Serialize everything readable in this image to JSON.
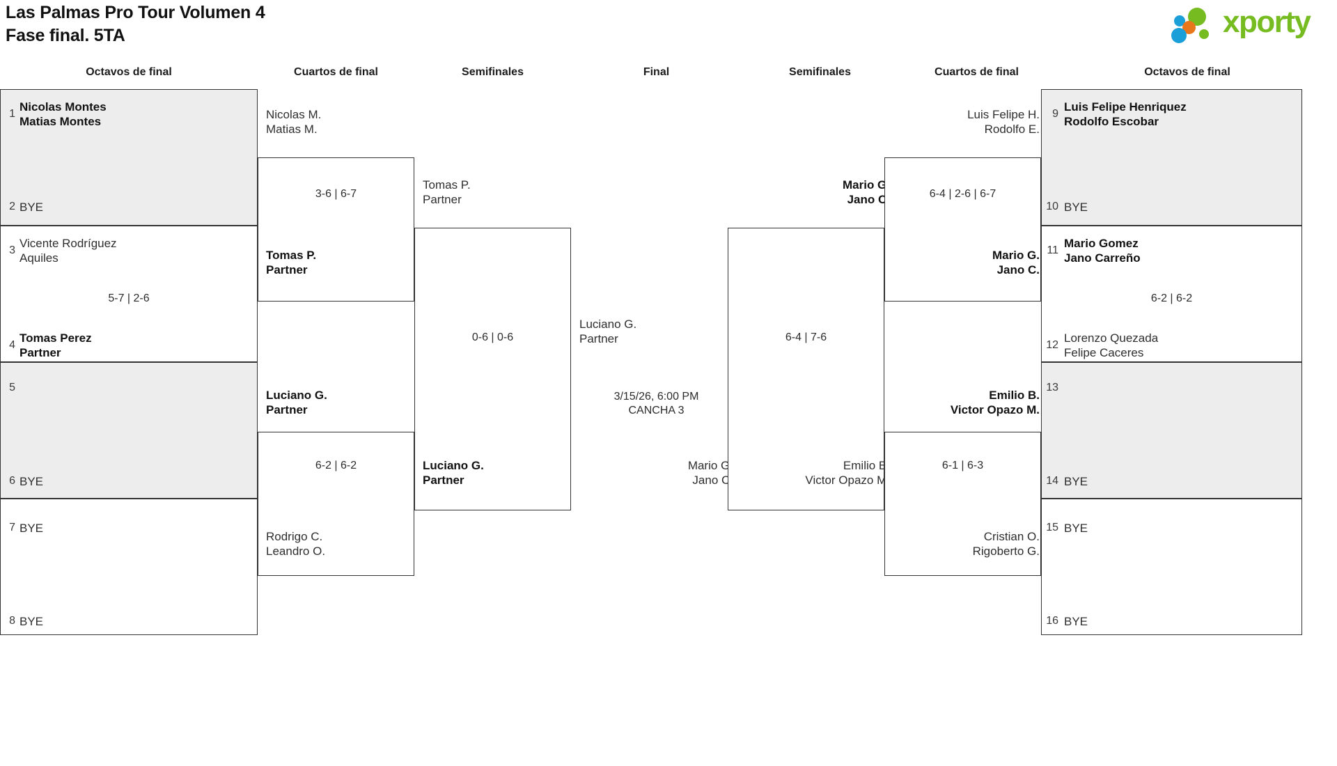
{
  "header": {
    "title_line1": "Las Palmas Pro Tour Volumen 4",
    "title_line2": "Fase final. 5TA",
    "logo_text": "xporty",
    "logo_colors": {
      "green": "#76bc21",
      "blue": "#1a9fd9",
      "orange": "#e8761a"
    }
  },
  "round_headers": {
    "left_octavos": "Octavos de final",
    "left_cuartos": "Cuartos de final",
    "left_semis": "Semifinales",
    "final": "Final",
    "right_semis": "Semifinales",
    "right_cuartos": "Cuartos de final",
    "right_octavos": "Octavos de final"
  },
  "labels": {
    "bye": "BYE"
  },
  "left_octavos": [
    {
      "seed": "1",
      "line1": "Nicolas Montes",
      "line2": "Matias Montes",
      "winner": true,
      "shaded": true
    },
    {
      "seed": "2",
      "bye": "BYE",
      "shaded": true
    },
    {
      "seed": "3",
      "line1": "Vicente Rodríguez",
      "line2": "Aquiles",
      "winner": false,
      "shaded": false
    },
    {
      "seed": "4",
      "line1": "Tomas Perez",
      "line2": "Partner",
      "winner": true,
      "shaded": false
    },
    {
      "seed": "5",
      "line1": "",
      "line2": "",
      "shaded": true
    },
    {
      "seed": "6",
      "bye": "BYE",
      "shaded": true
    },
    {
      "seed": "7",
      "bye": "BYE",
      "shaded": false
    },
    {
      "seed": "8",
      "bye": "BYE",
      "shaded": false
    }
  ],
  "left_octavos_scores": {
    "match_3_4": "5-7 | 2-6"
  },
  "left_cuartos": [
    {
      "line1": "Nicolas M.",
      "line2": "Matias M.",
      "winner": false
    },
    {
      "line1": "Tomas P.",
      "line2": "Partner",
      "winner": true
    },
    {
      "line1": "Luciano G.",
      "line2": "Partner",
      "winner": true
    },
    {
      "line1": "Rodrigo C.",
      "line2": "Leandro O.",
      "winner": false
    }
  ],
  "left_cuartos_scores": {
    "top": "3-6 | 6-7",
    "bottom": "6-2 | 6-2"
  },
  "left_semis": [
    {
      "line1": "Tomas P.",
      "line2": "Partner",
      "winner": false
    },
    {
      "line1": "Luciano G.",
      "line2": "Partner",
      "winner": true
    }
  ],
  "left_semis_score": "0-6 | 0-6",
  "final": {
    "left_team": {
      "line1": "Luciano G.",
      "line2": "Partner"
    },
    "right_team": {
      "line1": "Mario G.",
      "line2": "Jano C."
    },
    "datetime": "3/15/26, 6:00 PM",
    "court": "CANCHA 3"
  },
  "right_semis": [
    {
      "line1": "Mario G.",
      "line2": "Jano C.",
      "winner": true
    },
    {
      "line1": "Emilio B.",
      "line2": "Victor Opazo M.",
      "winner": false
    }
  ],
  "right_semis_score": "6-4 | 7-6",
  "right_cuartos": [
    {
      "line1": "Luis Felipe H.",
      "line2": "Rodolfo E.",
      "winner": false
    },
    {
      "line1": "Mario G.",
      "line2": "Jano C.",
      "winner": true
    },
    {
      "line1": "Emilio B.",
      "line2": "Victor Opazo M.",
      "winner": true
    },
    {
      "line1": "Cristian O.",
      "line2": "Rigoberto G.",
      "winner": false
    }
  ],
  "right_cuartos_scores": {
    "top": "6-4 | 2-6 | 6-7",
    "bottom": "6-1 | 6-3"
  },
  "right_octavos": [
    {
      "seed": "9",
      "line1": "Luis Felipe Henriquez",
      "line2": "Rodolfo Escobar",
      "winner": true,
      "shaded": true
    },
    {
      "seed": "10",
      "bye": "BYE",
      "shaded": true
    },
    {
      "seed": "11",
      "line1": "Mario Gomez",
      "line2": "Jano Carreño",
      "winner": true,
      "shaded": false
    },
    {
      "seed": "12",
      "line1": "Lorenzo Quezada",
      "line2": "Felipe Caceres",
      "winner": false,
      "shaded": false
    },
    {
      "seed": "13",
      "line1": "",
      "line2": "",
      "shaded": true
    },
    {
      "seed": "14",
      "bye": "BYE",
      "shaded": true
    },
    {
      "seed": "15",
      "bye": "BYE",
      "shaded": false
    },
    {
      "seed": "16",
      "bye": "BYE",
      "shaded": false
    }
  ],
  "right_octavos_scores": {
    "match_11_12": "6-2 | 6-2"
  }
}
